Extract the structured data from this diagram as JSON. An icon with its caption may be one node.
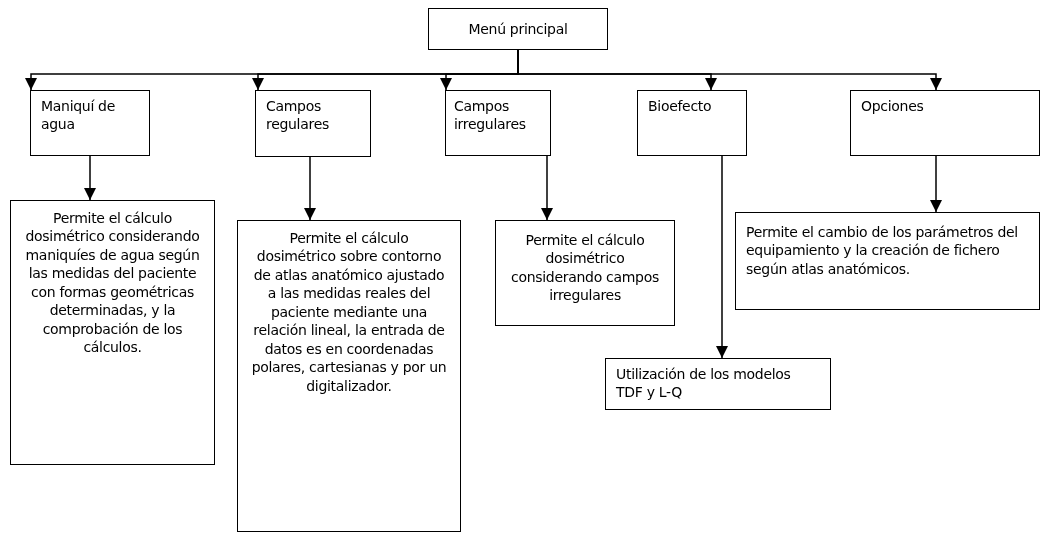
{
  "diagram": {
    "nodes": [
      {
        "text": [
          "Menú principal"
        ]
      },
      {
        "text": [
          "Maniquí de agua"
        ]
      },
      {
        "text": [
          "Campos regulares"
        ]
      },
      {
        "text": [
          "Campos irregulares"
        ]
      },
      {
        "text": [
          "Bioefecto"
        ]
      },
      {
        "text": [
          "Opciones"
        ]
      },
      {
        "text": [
          "Permite el cálculo dosimétrico considerando maniquíes de agua según las medidas del paciente con formas geométricas determinadas, y la comprobación de los cálculos."
        ]
      },
      {
        "text": [
          "Permite el cálculo dosimétrico sobre contorno de atlas anatómico ajustado a las medidas reales del paciente mediante una relación lineal, la entrada de datos es en coordenadas polares, cartesianas y por un digitalizador."
        ]
      },
      {
        "text": [
          "Permite el cálculo dosimétrico considerando campos irregulares"
        ]
      },
      {
        "text": [
          "Permite el cambio de los parámetros del equipamiento y la creación de fichero según atlas anatómicos."
        ]
      },
      {
        "text": [
          "Utilización de los modelos TDF y L-Q"
        ]
      }
    ],
    "edges": [
      {
        "from": 0,
        "to": 1,
        "arrow": "to"
      },
      {
        "from": 0,
        "to": 2,
        "arrow": "to"
      },
      {
        "from": 0,
        "to": 3,
        "arrow": "to"
      },
      {
        "from": 0,
        "to": 4,
        "arrow": "to"
      },
      {
        "from": 0,
        "to": 5,
        "arrow": "to"
      },
      {
        "from": 1,
        "to": 6,
        "arrow": "to"
      },
      {
        "from": 2,
        "to": 7,
        "arrow": "to"
      },
      {
        "from": 3,
        "to": 8,
        "arrow": "to"
      },
      {
        "from": 5,
        "to": 9,
        "arrow": "to"
      },
      {
        "from": 4,
        "to": 10,
        "arrow": "to"
      }
    ]
  }
}
